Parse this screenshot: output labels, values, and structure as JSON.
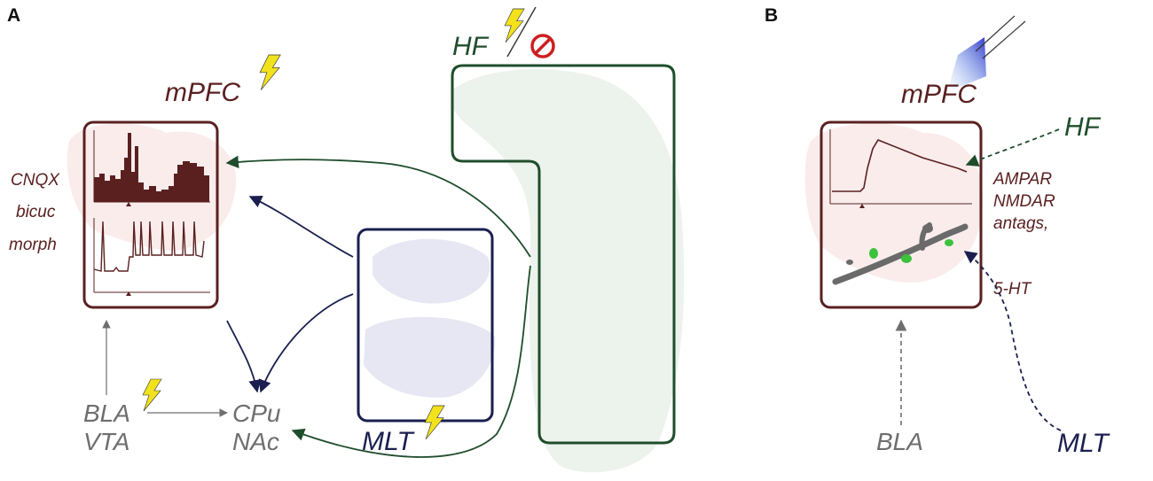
{
  "panels": {
    "a": "A",
    "b": "B"
  },
  "regions": {
    "mpfc_a": "mPFC",
    "hf_a": "HF",
    "mlt_a": "MLT",
    "bla": "BLA",
    "vta": "VTA",
    "cpu": "CPu",
    "nac": "NAc",
    "mpfc_b": "mPFC",
    "hf_b": "HF",
    "bla_b": "BLA",
    "mlt_b": "MLT"
  },
  "drugs": [
    "CNQX",
    "bicuc",
    "morph"
  ],
  "antagonists": [
    "AMPAR",
    "NMDAR",
    "antags,",
    "5-HT"
  ],
  "colors": {
    "mpfc": "#5a2020",
    "hf": "#1f4d2b",
    "mlt": "#1a1f4f",
    "gray_text": "#6e6e6e",
    "lightning": "#f2e21c",
    "no_symbol": "#cc1f1f",
    "green_spots": "#3cc13c",
    "blue_light": "#2233cc"
  },
  "icons": [
    "lightning-icon",
    "no-entry-icon",
    "optogenetic-fiber-icon"
  ]
}
